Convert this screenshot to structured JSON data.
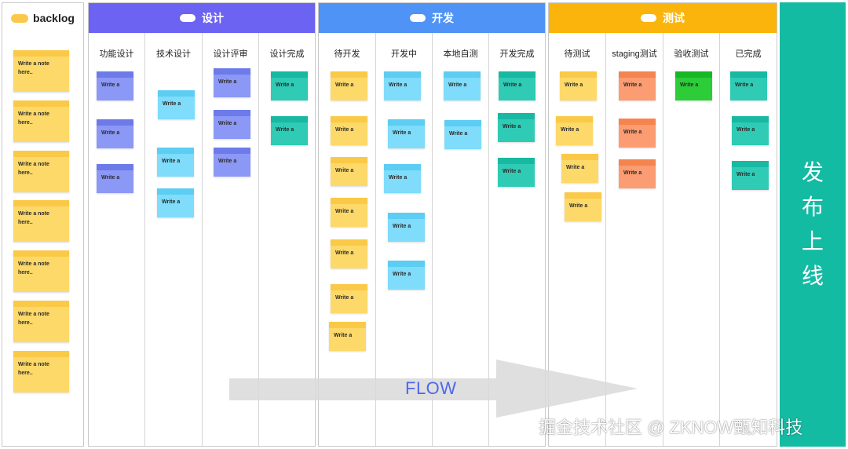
{
  "backlog": {
    "label": "backlog",
    "notes": [
      "Write a note here..",
      "Write a note here..",
      "Write a note here..",
      "Write a note here..",
      "Write a note here..",
      "Write a note here..",
      "Write a note here.."
    ]
  },
  "groups": {
    "design": {
      "label": "设计",
      "color": "#6c63f2",
      "columns": [
        "功能设计",
        "技术设计",
        "设计评审",
        "设计完成"
      ]
    },
    "dev": {
      "label": "开发",
      "color": "#4f93f7",
      "columns": [
        "待开发",
        "开发中",
        "本地自测",
        "开发完成"
      ]
    },
    "test": {
      "label": "测试",
      "color": "#fbb40b",
      "columns": [
        "待测试",
        "staging测试",
        "验收测试",
        "已完成"
      ]
    }
  },
  "note_text": "Write a",
  "release": {
    "chars": [
      "发",
      "布",
      "上",
      "线"
    ],
    "color": "#14bba3"
  },
  "flow": {
    "label": "FLOW"
  },
  "watermark": "掘金技术社区 @ ZKNOW甄知科技"
}
